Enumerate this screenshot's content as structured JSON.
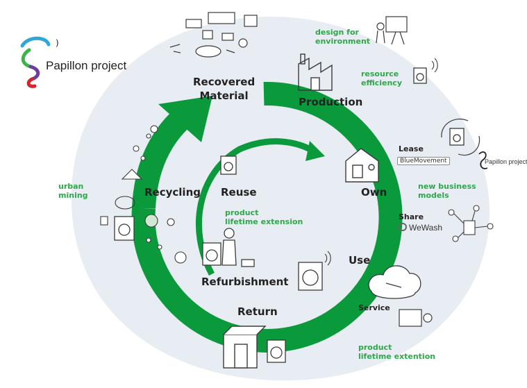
{
  "colors": {
    "cycle_green": "#0a9a3c",
    "halo": "#e8ecf3",
    "label_green": "#2ea84a",
    "sketch": "#3a3a3a"
  },
  "logo": {
    "name": "Papillon project",
    "mini_name": "Papillon project",
    "icon": "papillon-swirl-icon"
  },
  "cycle": {
    "recovered_material": "Recovered Material",
    "recovered_line1": "Recovered",
    "recovered_line2": "Material",
    "production": "Production",
    "own": "Own",
    "use": "Use",
    "return": "Return",
    "refurbishment": "Refurbishment",
    "recycling": "Recycling",
    "reuse": "Reuse"
  },
  "notes": {
    "design_line1": "design for",
    "design_line2": "environment",
    "resource_line1": "resource",
    "resource_line2": "efficiency",
    "urban_line1": "urban",
    "urban_line2": "mining",
    "inner_ext_line1": "product",
    "inner_ext_line2": "lifetime extension",
    "new_models_line1": "new business",
    "new_models_line2": "models",
    "outer_ext_line1": "product",
    "outer_ext_line2": "lifetime extention"
  },
  "services": {
    "lease": "Lease",
    "bluemovement": "BlueMovement",
    "share": "Share",
    "wewash": "WeWash",
    "service": "Service"
  }
}
